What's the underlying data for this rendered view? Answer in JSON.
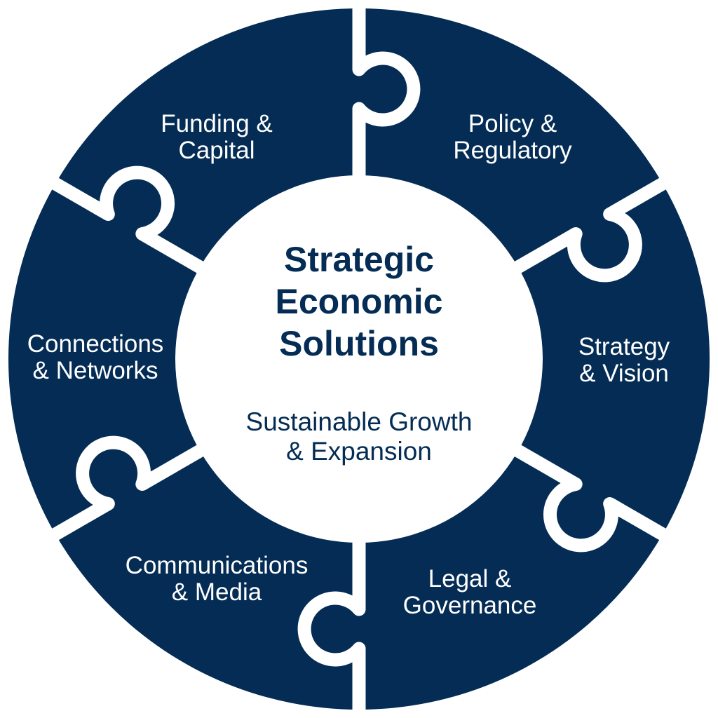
{
  "colors": {
    "navy": "#042c54",
    "gap": "#ffffff"
  },
  "center": {
    "title_lines": [
      "Strategic",
      "Economic",
      "Solutions"
    ],
    "subtitle_lines": [
      "Sustainable Growth",
      "& Expansion"
    ]
  },
  "segments": [
    {
      "lines": [
        "Funding &",
        "Capital"
      ]
    },
    {
      "lines": [
        "Policy &",
        "Regulatory"
      ]
    },
    {
      "lines": [
        "Strategy",
        "& Vision"
      ]
    },
    {
      "lines": [
        "Legal &",
        "Governance"
      ]
    },
    {
      "lines": [
        "Communications",
        "& Media"
      ]
    },
    {
      "lines": [
        "Connections",
        "& Networks"
      ]
    }
  ]
}
